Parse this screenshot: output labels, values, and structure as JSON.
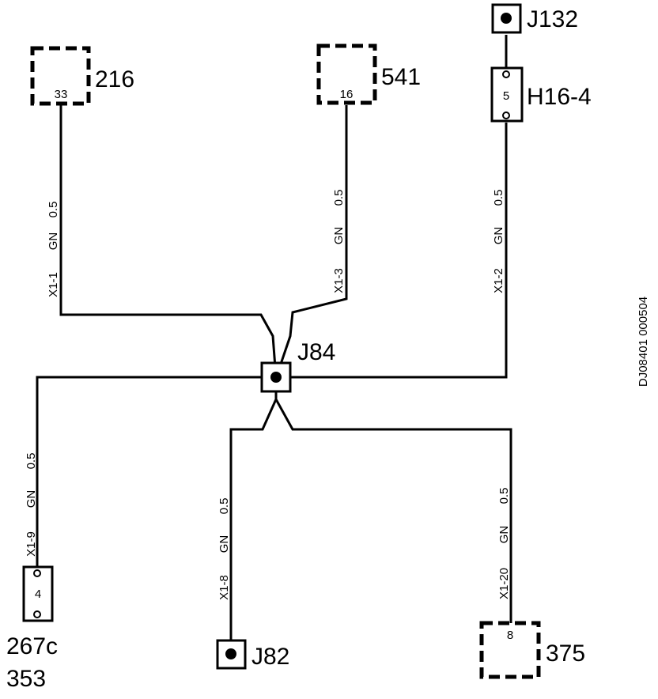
{
  "components": {
    "c216": {
      "name": "216",
      "pin": "33"
    },
    "c541": {
      "name": "541",
      "pin": "16"
    },
    "j132": {
      "name": "J132"
    },
    "h164": {
      "name": "H16-4",
      "pin": "5"
    },
    "j84": {
      "name": "J84"
    },
    "c267": {
      "name_line1": "267c",
      "name_line2": "353",
      "pin": "4"
    },
    "j82": {
      "name": "J82"
    },
    "c375": {
      "name": "375",
      "pin": "8"
    }
  },
  "wires": {
    "w216": {
      "id": "X1-1",
      "color": "GN",
      "size": "0.5"
    },
    "w541": {
      "id": "X1-3",
      "color": "GN",
      "size": "0.5"
    },
    "wh164": {
      "id": "X1-2",
      "color": "GN",
      "size": "0.5"
    },
    "w267": {
      "id": "X1-9",
      "color": "GN",
      "size": "0.5"
    },
    "w82": {
      "id": "X1-8",
      "color": "GN",
      "size": "0.5"
    },
    "w375": {
      "id": "X1-20",
      "color": "GN",
      "size": "0.5"
    }
  },
  "doc_id": "DJ08401 000504"
}
